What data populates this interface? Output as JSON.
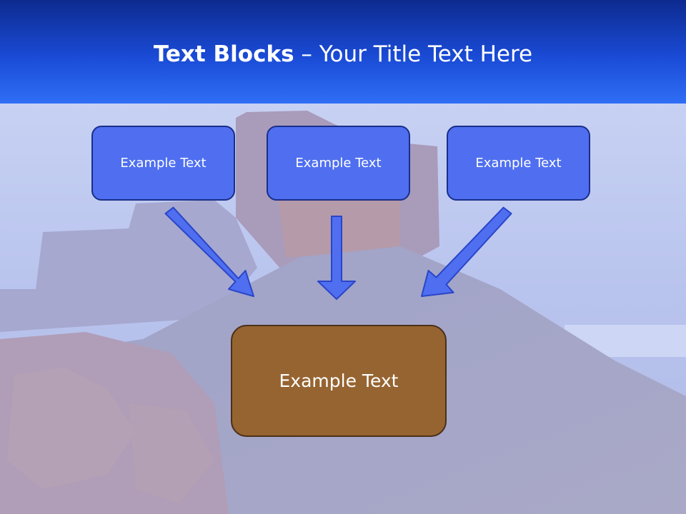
{
  "title": {
    "bold": "Text Blocks",
    "rest": " – Your Title Text Here"
  },
  "boxes": [
    {
      "label": "Example Text"
    },
    {
      "label": "Example Text"
    },
    {
      "label": "Example Text"
    }
  ],
  "target": {
    "label": "Example Text"
  },
  "colors": {
    "header": "#1a4bd6",
    "box_fill": "#4f6ff0",
    "box_border": "#1a2e8a",
    "target_fill": "#966431",
    "arrow_fill": "#4f6ff0"
  }
}
